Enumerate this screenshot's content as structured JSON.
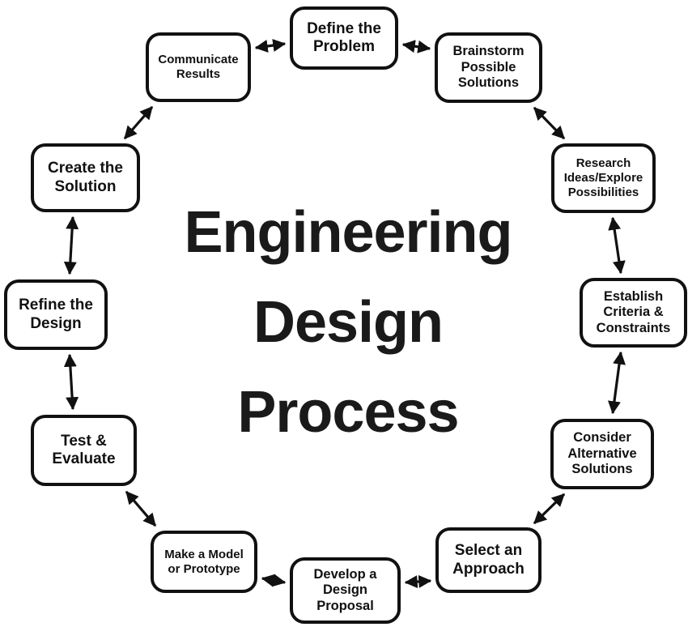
{
  "title": {
    "text": "Engineering\nDesign\nProcess"
  },
  "colors": {
    "ink": "#111111",
    "background": "#ffffff"
  },
  "nodes": [
    {
      "label": "Define the\nProblem"
    },
    {
      "label": "Brainstorm\nPossible\nSolutions"
    },
    {
      "label": "Research\nIdeas/Explore\nPossibilities"
    },
    {
      "label": "Establish\nCriteria &\nConstraints"
    },
    {
      "label": "Consider\nAlternative\nSolutions"
    },
    {
      "label": "Select an\nApproach"
    },
    {
      "label": "Develop a\nDesign\nProposal"
    },
    {
      "label": "Make a Model\nor Prototype"
    },
    {
      "label": "Test &\nEvaluate"
    },
    {
      "label": "Refine the\nDesign"
    },
    {
      "label": "Create the\nSolution"
    },
    {
      "label": "Communicate\nResults"
    }
  ]
}
